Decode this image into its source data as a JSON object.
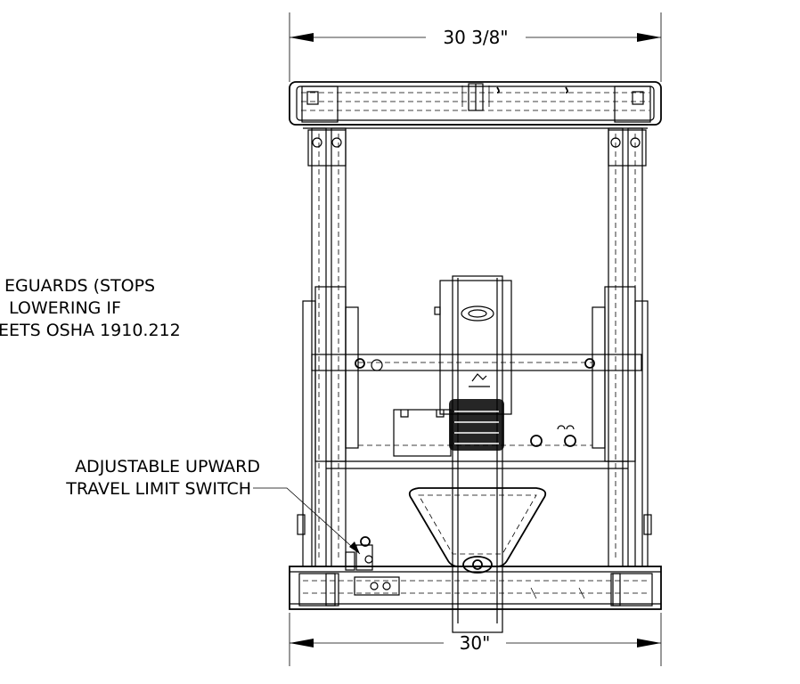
{
  "dimensions": {
    "top_width": "30 3/8\"",
    "bottom_width": "30\""
  },
  "callouts": {
    "safeguard": {
      "line1": "EGUARDS (STOPS",
      "line2": "LOWERING IF",
      "line3": "EETS OSHA 1910.212"
    },
    "limit_switch": {
      "line1": "ADJUSTABLE UPWARD",
      "line2": "TRAVEL LIMIT SWITCH"
    }
  }
}
